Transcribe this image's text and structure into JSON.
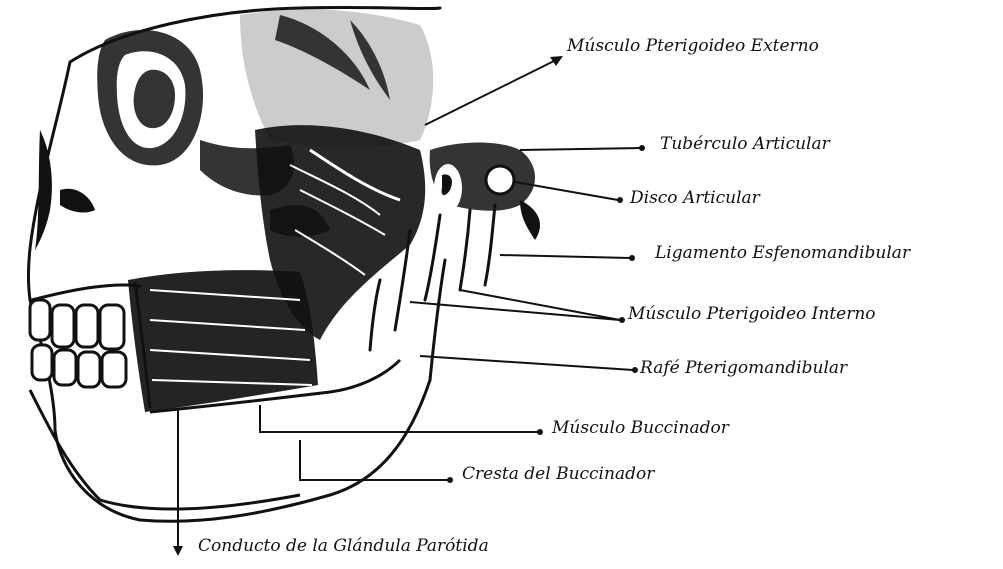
{
  "figure": {
    "ink_color": "#111111",
    "paper_color": "#ffffff",
    "labels": [
      "Músculo Pterigoideo Externo",
      "Tubérculo Articular",
      "Disco Articular",
      "Ligamento Esfenomandibular",
      "Músculo Pterigoideo Interno",
      "Rafé Pterigomandibular",
      "Músculo Buccinador",
      "Cresta del Buccinador",
      "Conducto de la Glándula Parótida"
    ]
  }
}
